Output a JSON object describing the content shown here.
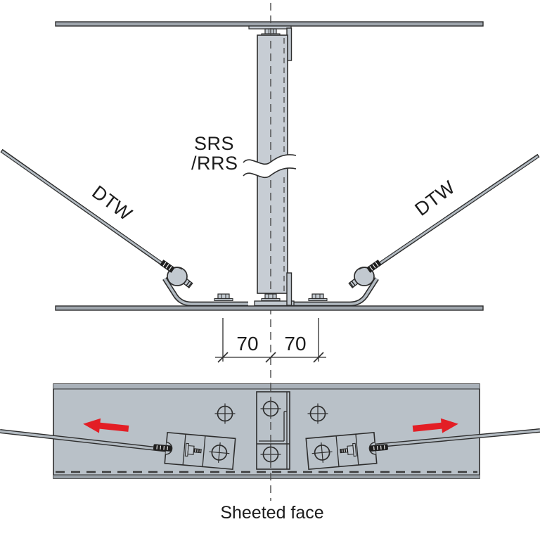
{
  "diagram": {
    "type": "technical-drawing",
    "views": {
      "top": "elevation of SRS/RRS strut with DTW diagonal tie wires to tracks",
      "bottom": "plan of sheeted face with fixing connectors and load arrows"
    },
    "labels": {
      "strut_line1": "SRS",
      "strut_line2": "/RRS",
      "wire_left": "DTW",
      "wire_right": "DTW",
      "dim_left": "70",
      "dim_right": "70",
      "caption": "Sheeted face"
    },
    "icons": {
      "screw_crosshair": "circle-with-cross screw head symbol",
      "direction_arrow": "solid red load-direction arrow",
      "break_symbol": "double wavy section-break lines",
      "centerline": "dashed vertical centerline"
    },
    "colors": {
      "line": "#2d2d2d",
      "hidden_line": "#4a4a4a",
      "strut_fill": "#c7cdd4",
      "panel_fill": "#b9c1c8",
      "panel_edge_fill": "#a9b1b9",
      "panel_bottom_fill": "#99a1a8",
      "band_fill": "#9fa6ad",
      "wire_fill": "#b2bac1",
      "fitting_fill": "#c2c9d0",
      "dark_part": "#1f1f1f",
      "arrow_red": "#e31e25",
      "background": "#ffffff"
    }
  }
}
